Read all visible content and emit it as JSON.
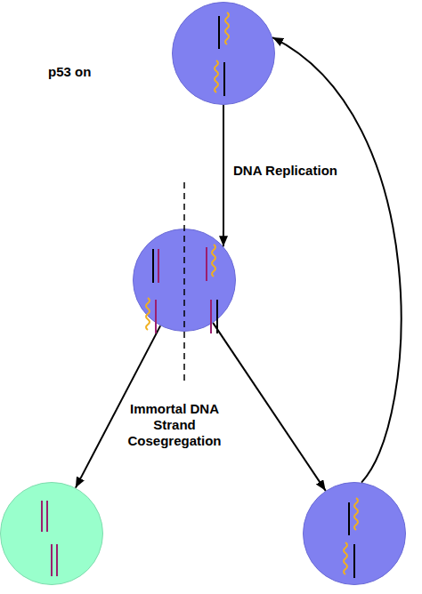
{
  "diagram": {
    "nodes": [
      {
        "text": [
          "p53 on"
        ]
      },
      {
        "text": []
      },
      {
        "text": []
      },
      {
        "text": []
      }
    ],
    "edges": [
      {
        "from": 0,
        "to": 1,
        "arrow": "to",
        "label": "DNA Replication"
      },
      {
        "from": 1,
        "to": 2,
        "arrow": "to"
      },
      {
        "from": 1,
        "to": 3,
        "arrow": "to"
      },
      {
        "from": 3,
        "to": 0,
        "arrow": "to"
      }
    ],
    "labels": [
      "Immortal DNA Strand Cosegregation"
    ]
  }
}
